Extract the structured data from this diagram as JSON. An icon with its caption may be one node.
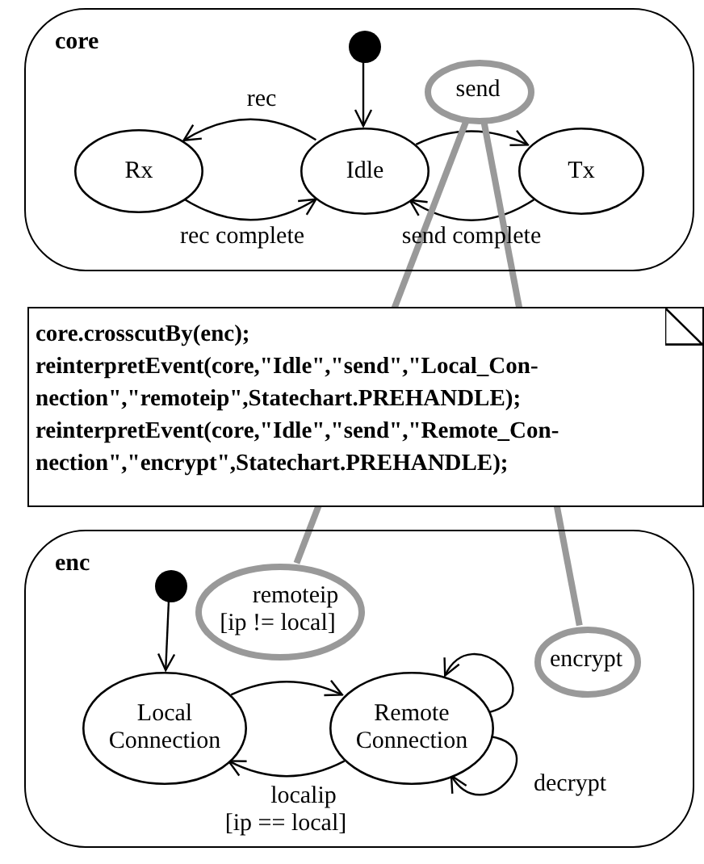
{
  "diagram": {
    "nodes": [
      {
        "text": [
          "core"
        ]
      },
      {
        "text": [],
        "shape": "circle",
        "in": 0
      },
      {
        "text": [
          "Rx"
        ],
        "in": 0
      },
      {
        "text": [
          "Idle"
        ],
        "in": 0
      },
      {
        "text": [
          "Tx"
        ],
        "in": 0
      },
      {
        "text": [
          "core.crosscutBy(enc);",
          "reinterpretEvent(core,\"Idle\",\"send\",\"Local_Con-nection\",\"remoteip\",Statechart.PREHANDLE);",
          "reinterpretEvent(core,\"Idle\",\"send\",\"Remote_Con-nection\",\"encrypt\",Statechart.PREHANDLE);"
        ]
      },
      {
        "text": [
          "enc"
        ]
      },
      {
        "text": [],
        "shape": "circle",
        "in": 6
      },
      {
        "text": [
          "Local Connection"
        ],
        "in": 6
      },
      {
        "text": [
          "Remote Connection"
        ],
        "in": 6
      },
      {
        "text": [],
        "shape": "ellipse",
        "in": 0
      },
      {
        "text": [],
        "shape": "ellipse",
        "in": 6
      },
      {
        "text": [],
        "shape": "ellipse",
        "in": 6
      }
    ],
    "edges": [
      {
        "from": 1,
        "to": 3,
        "arrow": "to"
      },
      {
        "from": 3,
        "to": 2,
        "arrow": "to",
        "label": "rec"
      },
      {
        "from": 2,
        "to": 3,
        "arrow": "to",
        "label": "rec complete"
      },
      {
        "from": 3,
        "to": 4,
        "arrow": "to",
        "label": "send"
      },
      {
        "from": 4,
        "to": 3,
        "arrow": "to",
        "label": "send complete"
      },
      {
        "from": 7,
        "to": 8,
        "arrow": "to"
      },
      {
        "from": 8,
        "to": 9,
        "arrow": "to",
        "label": "remoteip [ip != local]"
      },
      {
        "from": 9,
        "to": 8,
        "arrow": "to",
        "label": "localip [ip == local]"
      },
      {
        "from": 9,
        "to": 9,
        "arrow": "to",
        "label": "encrypt"
      },
      {
        "from": 9,
        "to": 9,
        "arrow": "to",
        "label": "decrypt"
      },
      {
        "from": 10,
        "to": 11,
        "arrow": "none",
        "style": "thick",
        "color": "#999999"
      },
      {
        "from": 10,
        "to": 12,
        "arrow": "none",
        "style": "thick",
        "color": "#999999"
      }
    ]
  }
}
